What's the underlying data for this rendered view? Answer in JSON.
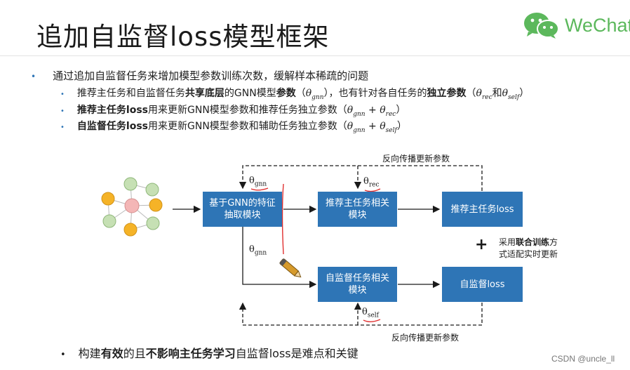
{
  "slide": {
    "title": "追加自监督loss模型框架",
    "logo_text": "WeChat"
  },
  "bullets": {
    "main": "通过追加自监督任务来增加模型参数训练次数，缓解样本稀疏的问题",
    "sub1": {
      "t1": "推荐主任务和自监督任务",
      "b1": "共享底层",
      "t2": "的GNN模型",
      "b2": "参数",
      "t3": "（",
      "m1": "θ",
      "m1sub": "gnn",
      "t4": "），也有针对各自任务的",
      "b3": "独立参数",
      "t5": "（",
      "m2": "θ",
      "m2sub": "rec",
      "t6": "和",
      "m3": "θ",
      "m3sub": "self",
      "t7": "）"
    },
    "sub2": {
      "b1": "推荐主任务loss",
      "t1": "用来更新GNN模型参数和推荐任务独立参数（",
      "m1": "θ",
      "m1sub": "gnn",
      "t2": " + ",
      "m2": "θ",
      "m2sub": "rec",
      "t3": "）"
    },
    "sub3": {
      "b1": "自监督任务loss",
      "t1": "用来更新GNN模型参数和辅助任务独立参数（",
      "m1": "θ",
      "m1sub": "gnn",
      "t2": " + ",
      "m2": "θ",
      "m2sub": "self",
      "t3": "）"
    }
  },
  "diagram": {
    "backprop_top": "反向传播更新参数",
    "backprop_bottom": "反向传播更新参数",
    "box_gnn": [
      "基于GNN的特征",
      "抽取模块"
    ],
    "box_rec_task": [
      "推荐主任务相关",
      "模块"
    ],
    "box_rec_loss": "推荐主任务loss",
    "box_ssl_task": [
      "自监督任务相关",
      "模块"
    ],
    "box_ssl_loss": "自监督loss",
    "theta_top": {
      "sym": "θ",
      "sub": "gnn"
    },
    "theta_mid": {
      "sym": "θ",
      "sub": "gnn"
    },
    "theta_rec": {
      "sym": "θ",
      "sub": "rec"
    },
    "theta_self": {
      "sym": "θ",
      "sub": "self"
    },
    "plus": "+",
    "joint_t1": "采用",
    "joint_b": "联合训练",
    "joint_t2": "方",
    "joint_line2": "式适配实时更新",
    "colors": {
      "box": "#2e75b6",
      "node_orange": "#f5b327",
      "node_green": "#c6e0b4",
      "node_pink": "#f4b6b6"
    }
  },
  "footer": {
    "t1": "构建",
    "b1": "有效",
    "t2": "的且",
    "b2": "不影响主任务学习",
    "t3": "自监督loss是难点和关键"
  },
  "credit": "CSDN @uncle_ll"
}
